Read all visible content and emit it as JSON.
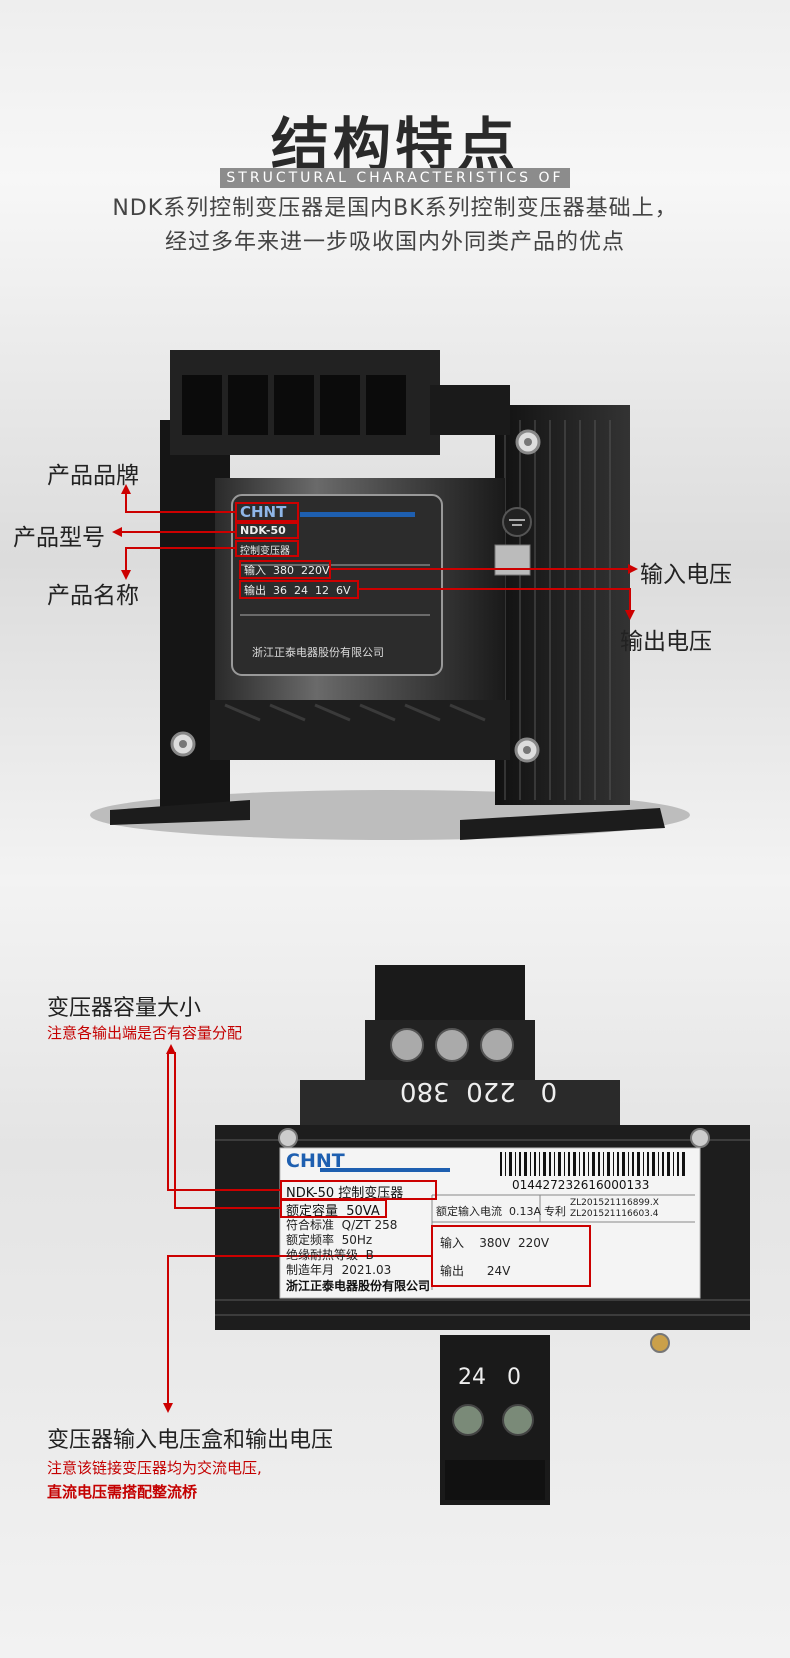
{
  "header": {
    "title": "结构特点",
    "subtitle": "STRUCTURAL CHARACTERISTICS OF",
    "desc_line1": "NDK系列控制变压器是国内BK系列控制变压器基础上，",
    "desc_line2": "经过多年来进一步吸收国内外同类产品的优点"
  },
  "product1": {
    "plate": {
      "brand": "CHNT",
      "model": "NDK-50",
      "name": "控制变压器",
      "input": "输入  380  220V",
      "output": "输出  36  24  12  6V",
      "company": "浙江正泰电器股份有限公司"
    },
    "callouts": {
      "brand": "产品品牌",
      "model": "产品型号",
      "name": "产品名称",
      "input_voltage": "输入电压",
      "output_voltage": "输出电压"
    }
  },
  "product2": {
    "top_terminals": "0   220  380",
    "bottom_terminals": "24   0",
    "label": {
      "brand": "CHNT",
      "model_line": "NDK-50 控制变压器",
      "capacity": "额定容量  50VA",
      "standard": "符合标准  Q/ZT 258",
      "frequency": "额定频率  50Hz",
      "insulation": "绝缘耐热等级  B",
      "date": "制造年月  2021.03",
      "company": "浙江正泰电器股份有限公司",
      "barcode": "01442723261600013​3",
      "rated_current": "额定输入电流  0.13A",
      "patent": "专利",
      "patent_nums_1": "ZL201521116899.X",
      "patent_nums_2": "ZL201521116603.4",
      "input": "输入    380V  220V",
      "output": "输出      24V"
    },
    "callouts": {
      "capacity_title": "变压器容量大小",
      "capacity_note": "注意各输出端是否有容量分配",
      "io_title": "变压器输入电压盒和输出电压",
      "io_note1": "注意该链接变压器均为交流电压,",
      "io_note2": "直流电压需搭配整流桥"
    }
  },
  "colors": {
    "accent_red": "#cc0000",
    "brand_blue": "#1e5fb0",
    "device_black": "#1b1b1b"
  }
}
